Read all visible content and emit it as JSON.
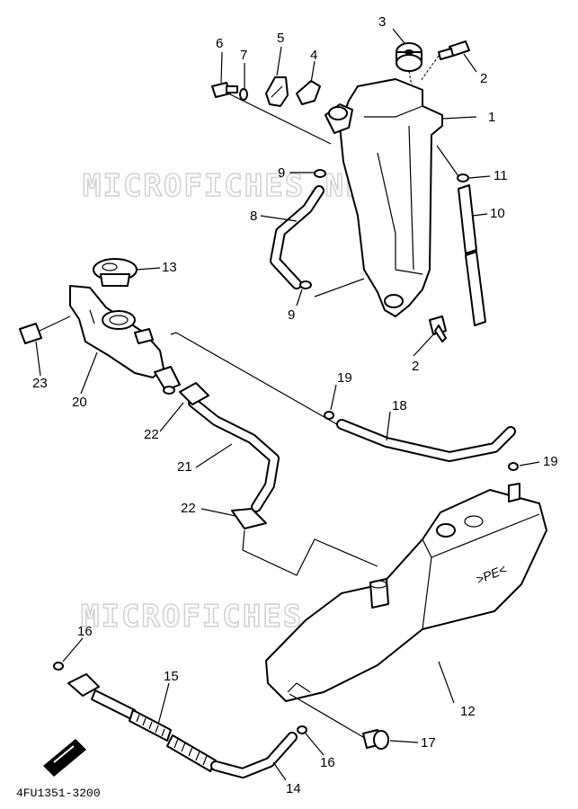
{
  "diagram": {
    "watermark": [
      "MICROFICHES.NET",
      "MICROFICHES.NET"
    ],
    "drawing_code": "4FU1351-3200",
    "tank_embossing": ">PE<",
    "callouts": [
      {
        "id": "c1",
        "label": "1"
      },
      {
        "id": "c2a",
        "label": "2"
      },
      {
        "id": "c2b",
        "label": "2"
      },
      {
        "id": "c3",
        "label": "3"
      },
      {
        "id": "c4",
        "label": "4"
      },
      {
        "id": "c5",
        "label": "5"
      },
      {
        "id": "c6",
        "label": "6"
      },
      {
        "id": "c7",
        "label": "7"
      },
      {
        "id": "c8",
        "label": "8"
      },
      {
        "id": "c9a",
        "label": "9"
      },
      {
        "id": "c9b",
        "label": "9"
      },
      {
        "id": "c10",
        "label": "10"
      },
      {
        "id": "c11",
        "label": "11"
      },
      {
        "id": "c12",
        "label": "12"
      },
      {
        "id": "c13",
        "label": "13"
      },
      {
        "id": "c14",
        "label": "14"
      },
      {
        "id": "c15",
        "label": "15"
      },
      {
        "id": "c16a",
        "label": "16"
      },
      {
        "id": "c16b",
        "label": "16"
      },
      {
        "id": "c17",
        "label": "17"
      },
      {
        "id": "c18",
        "label": "18"
      },
      {
        "id": "c19a",
        "label": "19"
      },
      {
        "id": "c19b",
        "label": "19"
      },
      {
        "id": "c20",
        "label": "20"
      },
      {
        "id": "c21",
        "label": "21"
      },
      {
        "id": "c22a",
        "label": "22"
      },
      {
        "id": "c22b",
        "label": "22"
      },
      {
        "id": "c23",
        "label": "23"
      }
    ]
  }
}
